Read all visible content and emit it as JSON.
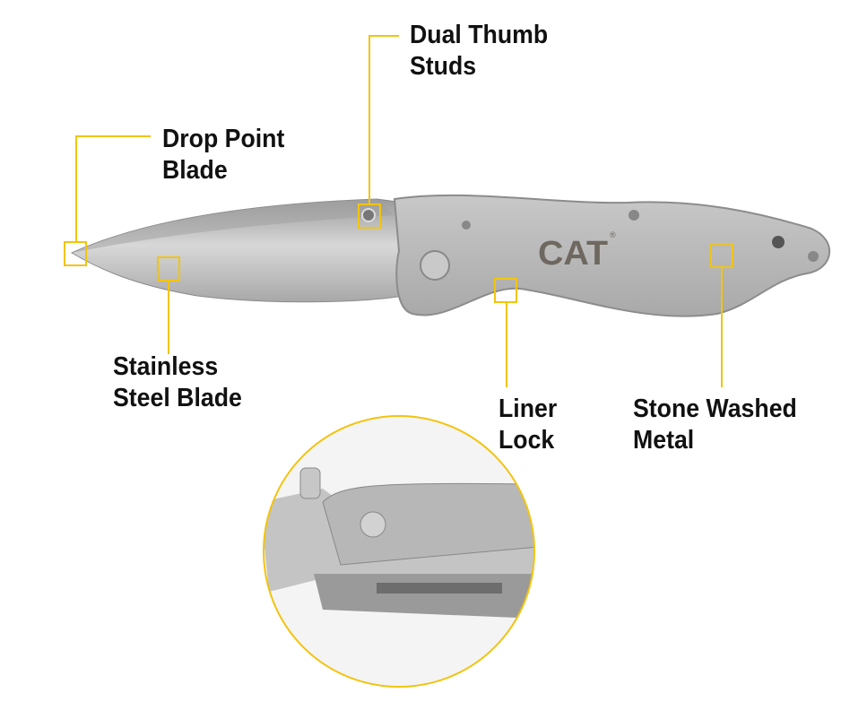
{
  "callouts": {
    "drop_point": {
      "line1": "Drop Point",
      "line2": "Blade"
    },
    "thumb_studs": {
      "line1": "Dual Thumb",
      "line2": "Studs"
    },
    "stainless": {
      "line1": "Stainless",
      "line2": "Steel Blade"
    },
    "liner_lock": {
      "line1": "Liner",
      "line2": "Lock"
    },
    "stone_washed": {
      "line1": "Stone Washed",
      "line2": "Metal"
    }
  },
  "logo": {
    "text": "CAT"
  },
  "colors": {
    "accent": "#f2c40f",
    "metal": "#b9b9b9",
    "logo": "#6e6860"
  }
}
